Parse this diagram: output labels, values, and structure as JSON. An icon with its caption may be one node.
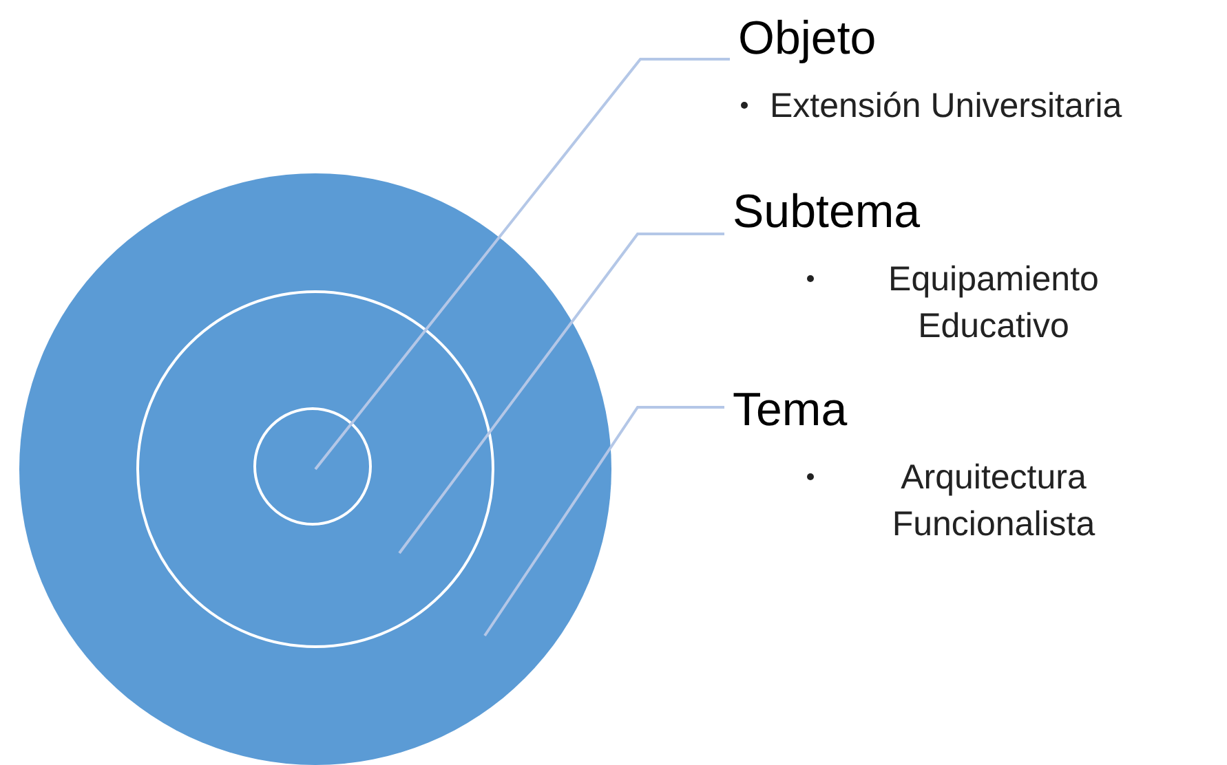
{
  "diagram": {
    "nodes": [
      {
        "text": [],
        "shape": "circle"
      },
      {
        "text": [],
        "shape": "circle",
        "in": 0
      },
      {
        "text": [],
        "shape": "circle",
        "in": 1
      },
      {
        "text": [
          "Objeto",
          "Extensión Universitaria"
        ]
      },
      {
        "text": [
          "Subtema",
          "Equipamiento Educativo"
        ]
      },
      {
        "text": [
          "Tema",
          "Arquitectura Funcionalista"
        ]
      }
    ],
    "edges": [
      {
        "from": 3,
        "to": 2,
        "arrow": "none"
      },
      {
        "from": 4,
        "to": 1,
        "arrow": "none"
      },
      {
        "from": 5,
        "to": 0,
        "arrow": "none"
      }
    ]
  }
}
